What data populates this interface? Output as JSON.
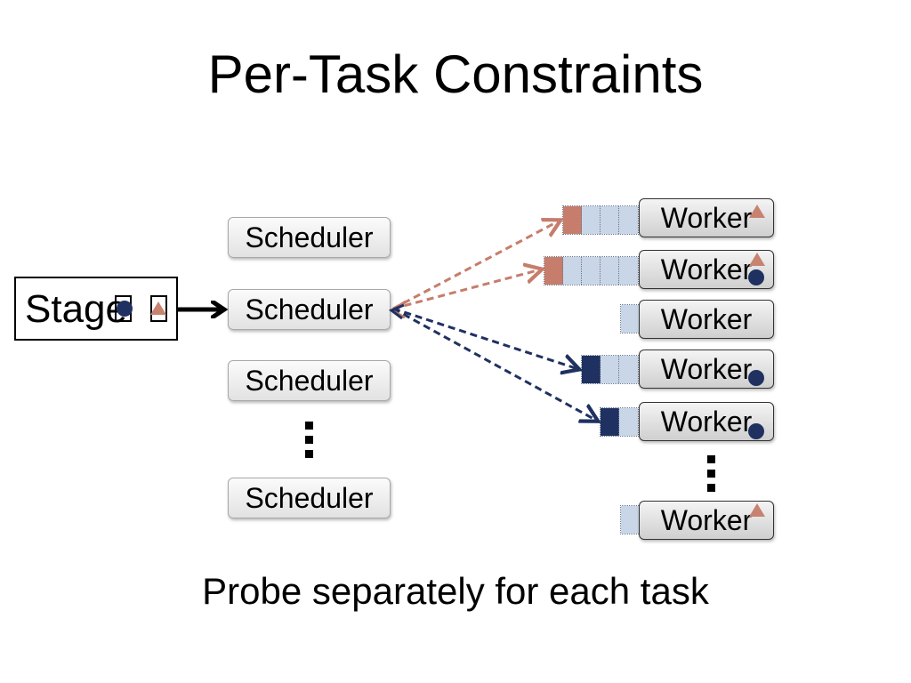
{
  "slide": {
    "title": "Per-Task Constraints",
    "caption": "Probe separately for each task"
  },
  "stage": {
    "label": "Stage"
  },
  "schedulers": [
    {
      "label": "Scheduler"
    },
    {
      "label": "Scheduler"
    },
    {
      "label": "Scheduler"
    },
    {
      "label": "Scheduler"
    }
  ],
  "workers": [
    {
      "label": "Worker",
      "icons": [
        "triangle-icon"
      ]
    },
    {
      "label": "Worker",
      "icons": [
        "triangle-icon",
        "circle-icon"
      ]
    },
    {
      "label": "Worker",
      "icons": []
    },
    {
      "label": "Worker",
      "icons": [
        "circle-icon"
      ]
    },
    {
      "label": "Worker",
      "icons": [
        "circle-icon"
      ]
    },
    {
      "label": "Worker",
      "icons": [
        "triangle-icon"
      ]
    }
  ],
  "colors": {
    "triangle_task": "#c67d6b",
    "circle_task": "#1f3160",
    "queue_slot": "#c9d6e8"
  }
}
